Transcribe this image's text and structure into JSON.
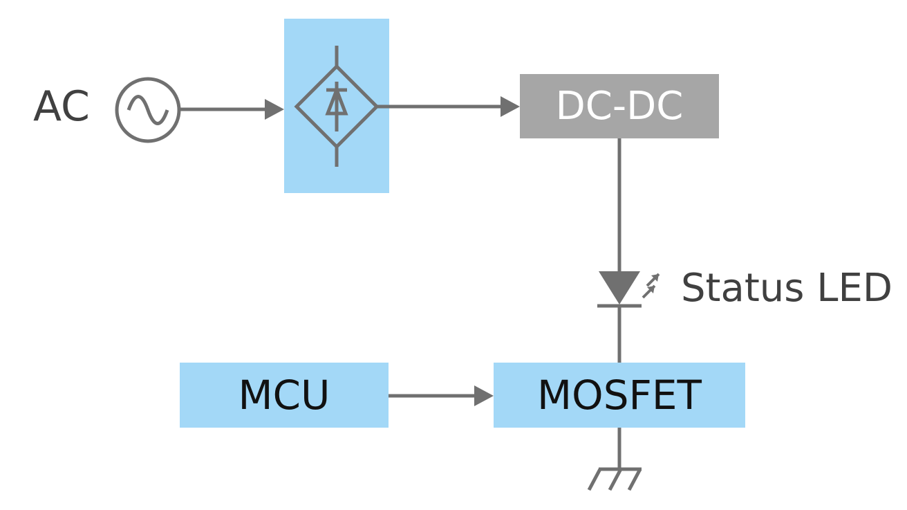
{
  "colors": {
    "block_fill": "#a3d8f7",
    "dcdc_fill": "#a6a6a6",
    "wire": "#707070",
    "text": "#404040"
  },
  "source": {
    "label": "AC",
    "icon": "ac-source-icon"
  },
  "rectifier": {
    "icon": "bridge-rectifier-icon"
  },
  "dcdc": {
    "label": "DC-DC"
  },
  "led": {
    "label": "Status LED",
    "icon": "led-icon"
  },
  "mcu": {
    "label": "MCU"
  },
  "mosfet": {
    "label": "MOSFET"
  },
  "ground": {
    "icon": "ground-icon"
  }
}
